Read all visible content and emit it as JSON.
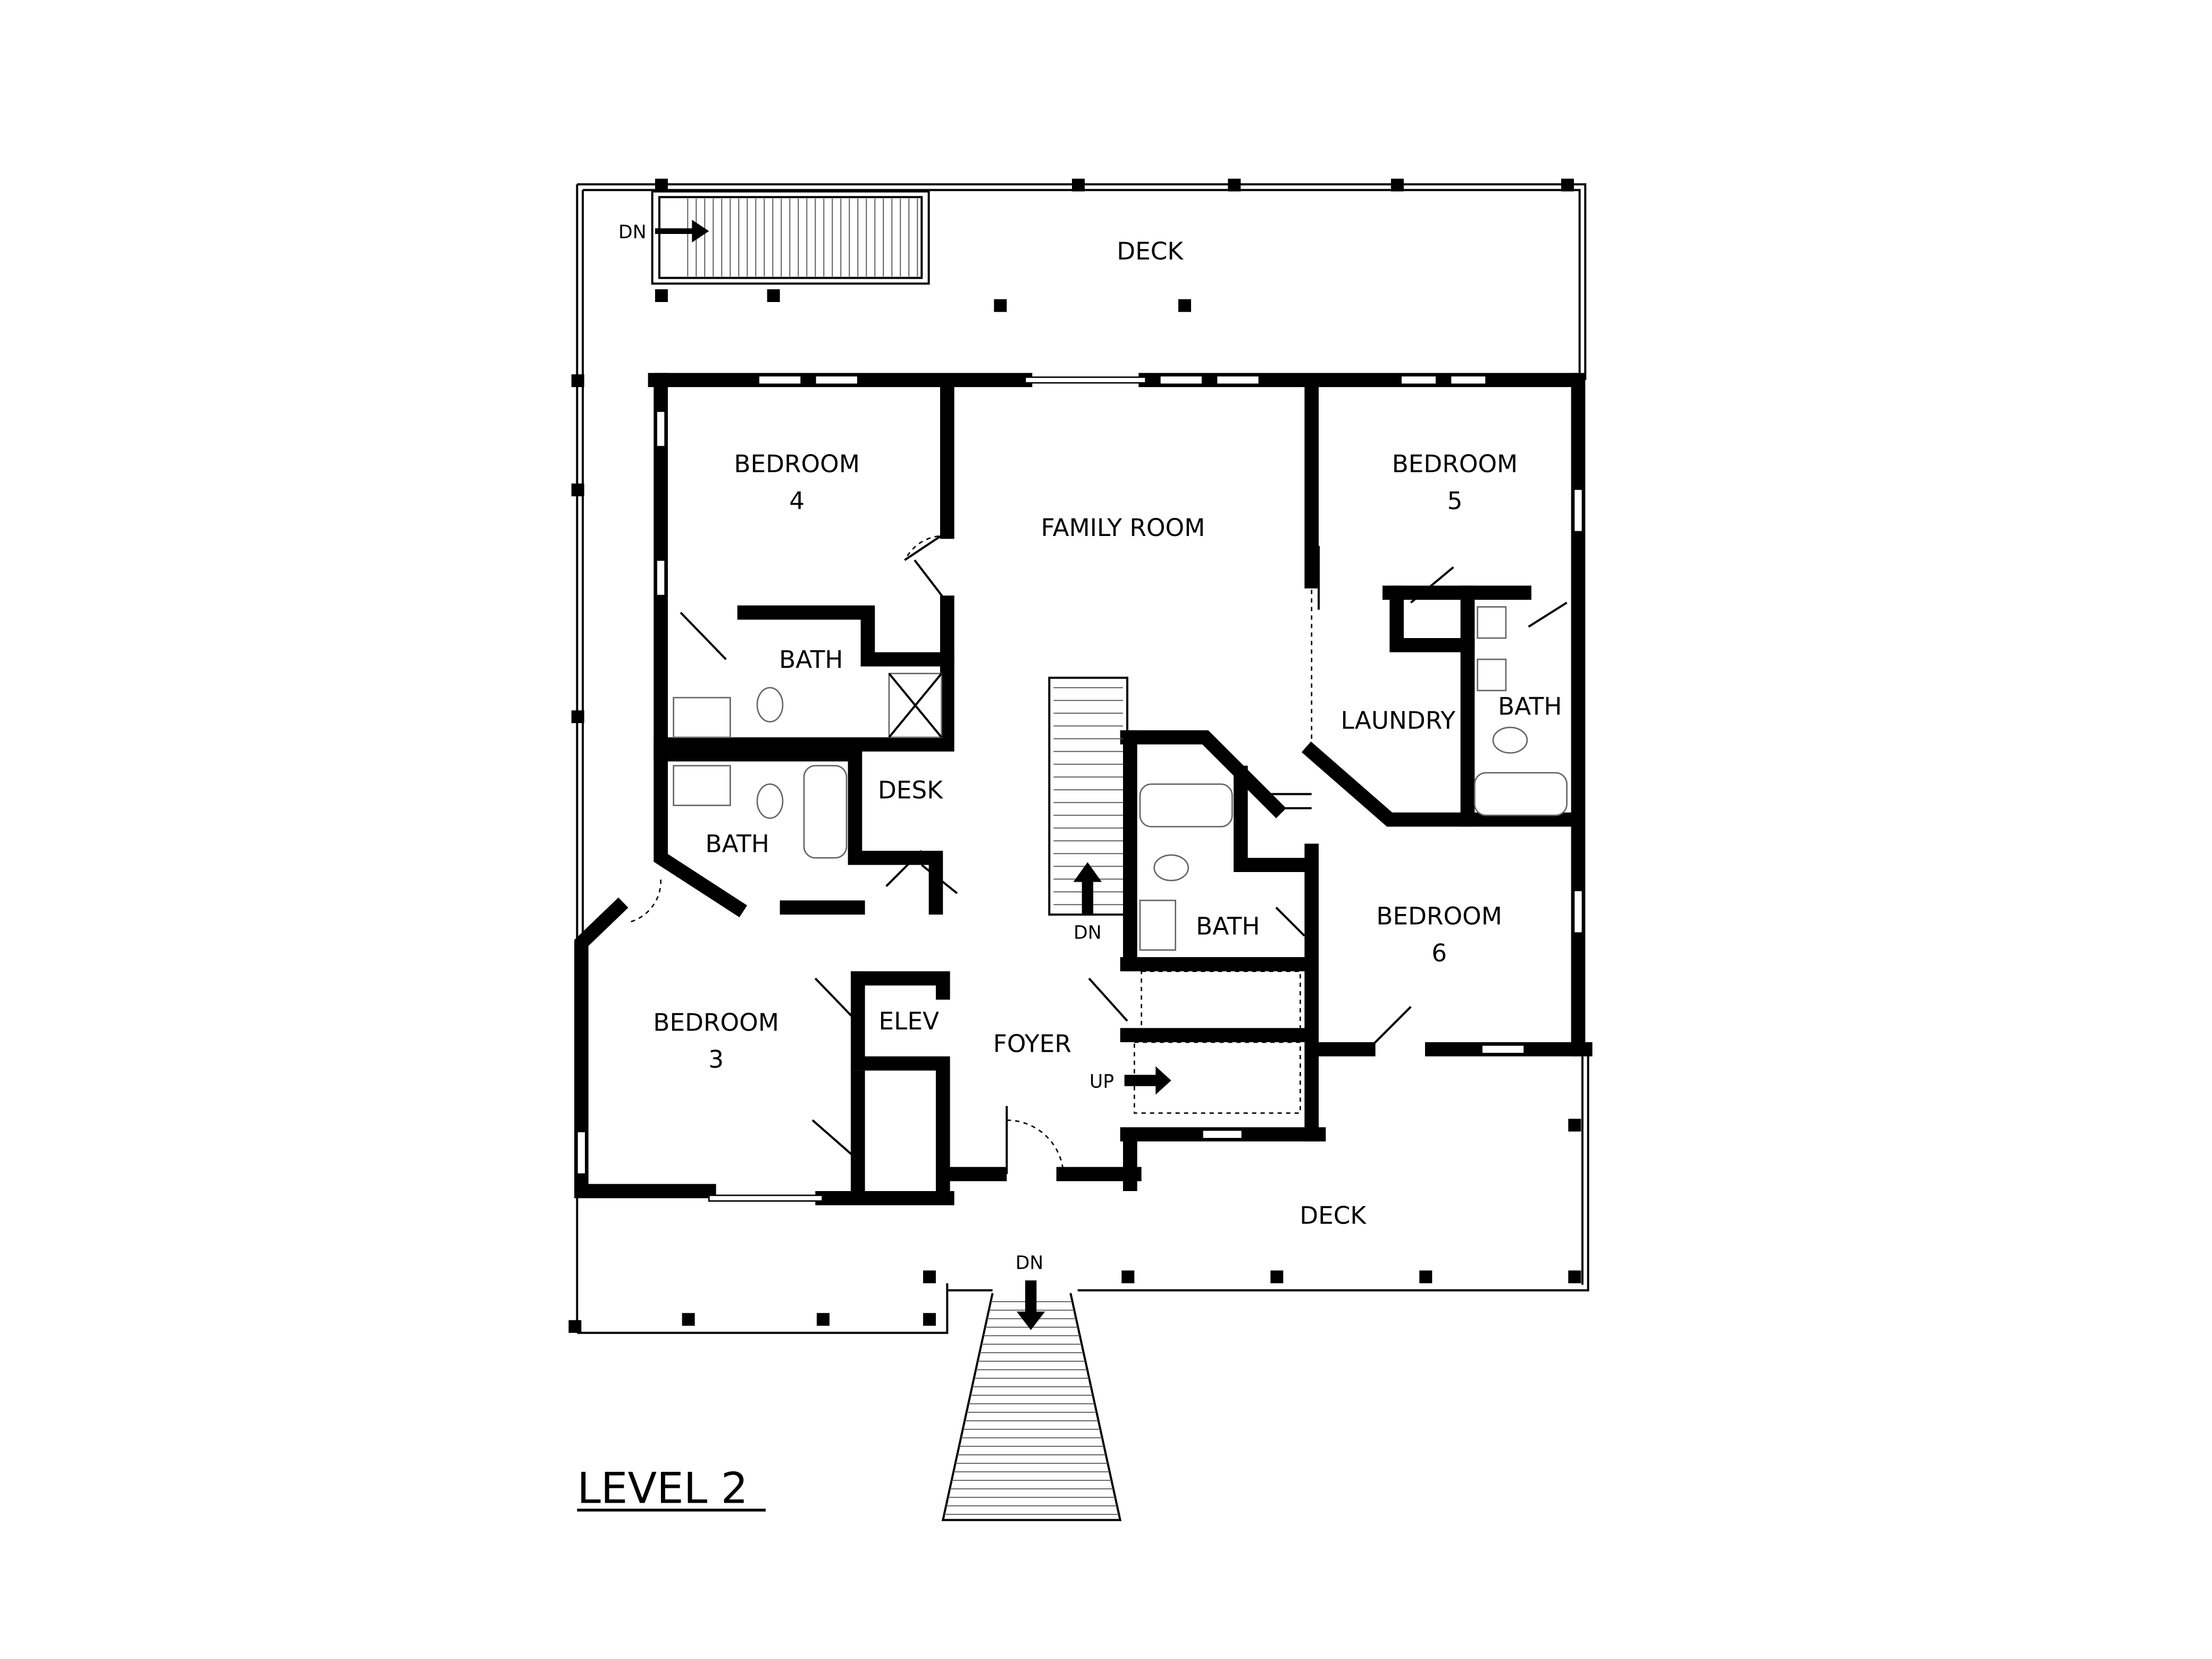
{
  "plan": {
    "title": "LEVEL 2",
    "colors": {
      "wall": "#000000",
      "background": "#ffffff"
    },
    "rooms": {
      "deck_rear": "DECK",
      "deck_front": "DECK",
      "family_room": "FAMILY ROOM",
      "bedroom4": {
        "name": "BEDROOM",
        "number": "4"
      },
      "bedroom5": {
        "name": "BEDROOM",
        "number": "5"
      },
      "bedroom6": {
        "name": "BEDROOM",
        "number": "6"
      },
      "bedroom3": {
        "name": "BEDROOM",
        "number": "3"
      },
      "bath_b4": "BATH",
      "bath_left": "BATH",
      "bath_right": "BATH",
      "bath_center": "BATH",
      "desk": "DESK",
      "laundry": "LAUNDRY",
      "elev": "ELEV",
      "foyer": "FOYER"
    },
    "stairs": {
      "rear_deck": "DN",
      "interior_down": "DN",
      "interior_up": "UP",
      "front": "DN"
    }
  }
}
